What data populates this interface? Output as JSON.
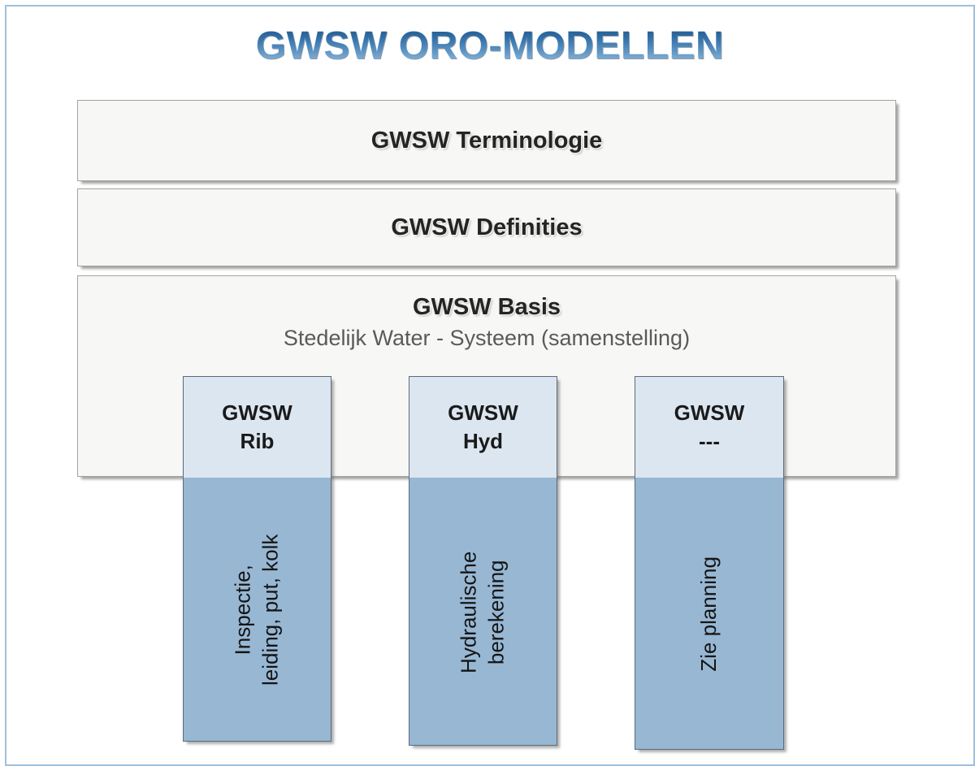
{
  "diagram": {
    "title": "GWSW ORO-MODELLEN",
    "title_color": "#2f6da6",
    "frame_color": "#9fc0dd",
    "bands": [
      {
        "name": "terminologie",
        "title": "GWSW Terminologie",
        "subtitle": ""
      },
      {
        "name": "definities",
        "title": "GWSW Definities",
        "subtitle": ""
      },
      {
        "name": "basis",
        "title": "GWSW Basis",
        "subtitle": "Stedelijk Water - Systeem (samenstelling)"
      }
    ],
    "pillars": [
      {
        "name": "rib",
        "head_line1": "GWSW",
        "head_line2": "Rib",
        "body_line1": "Inspectie,",
        "body_line2": "leiding, put, kolk",
        "head_color": "#dce6f1",
        "body_color": "#97b7d3"
      },
      {
        "name": "hyd",
        "head_line1": "GWSW",
        "head_line2": "Hyd",
        "body_line1": "Hydraulische",
        "body_line2": "berekening",
        "head_color": "#dce6f1",
        "body_color": "#97b7d3"
      },
      {
        "name": "planning",
        "head_line1": "GWSW",
        "head_line2": "---",
        "body_line1": "Zie planning",
        "body_line2": "",
        "head_color": "#dce6f1",
        "body_color": "#97b7d3"
      }
    ]
  }
}
